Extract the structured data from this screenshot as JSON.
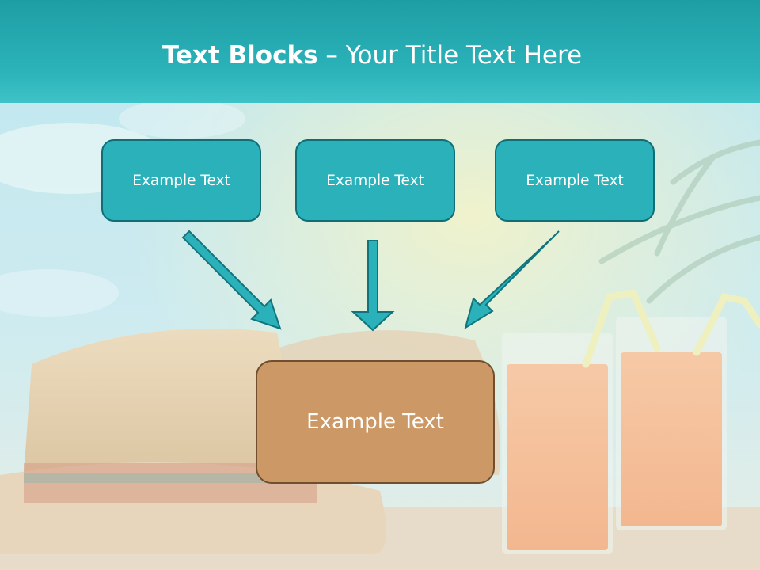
{
  "slide": {
    "title_bold": "Text Blocks",
    "title_dash": " – ",
    "title_rest": "Your Title Text Here"
  },
  "blocks": {
    "left": "Example Text",
    "center": "Example Text",
    "right": "Example Text",
    "bottom": "Example Text"
  },
  "colors": {
    "header": "#2bb3ba",
    "top_box": "#2ab1b9",
    "top_box_border": "#116e76",
    "bottom_box": "#cc9966",
    "bottom_box_border": "#6f4f2e",
    "arrow_fill": "#2ab1b9",
    "arrow_stroke": "#11747c"
  }
}
